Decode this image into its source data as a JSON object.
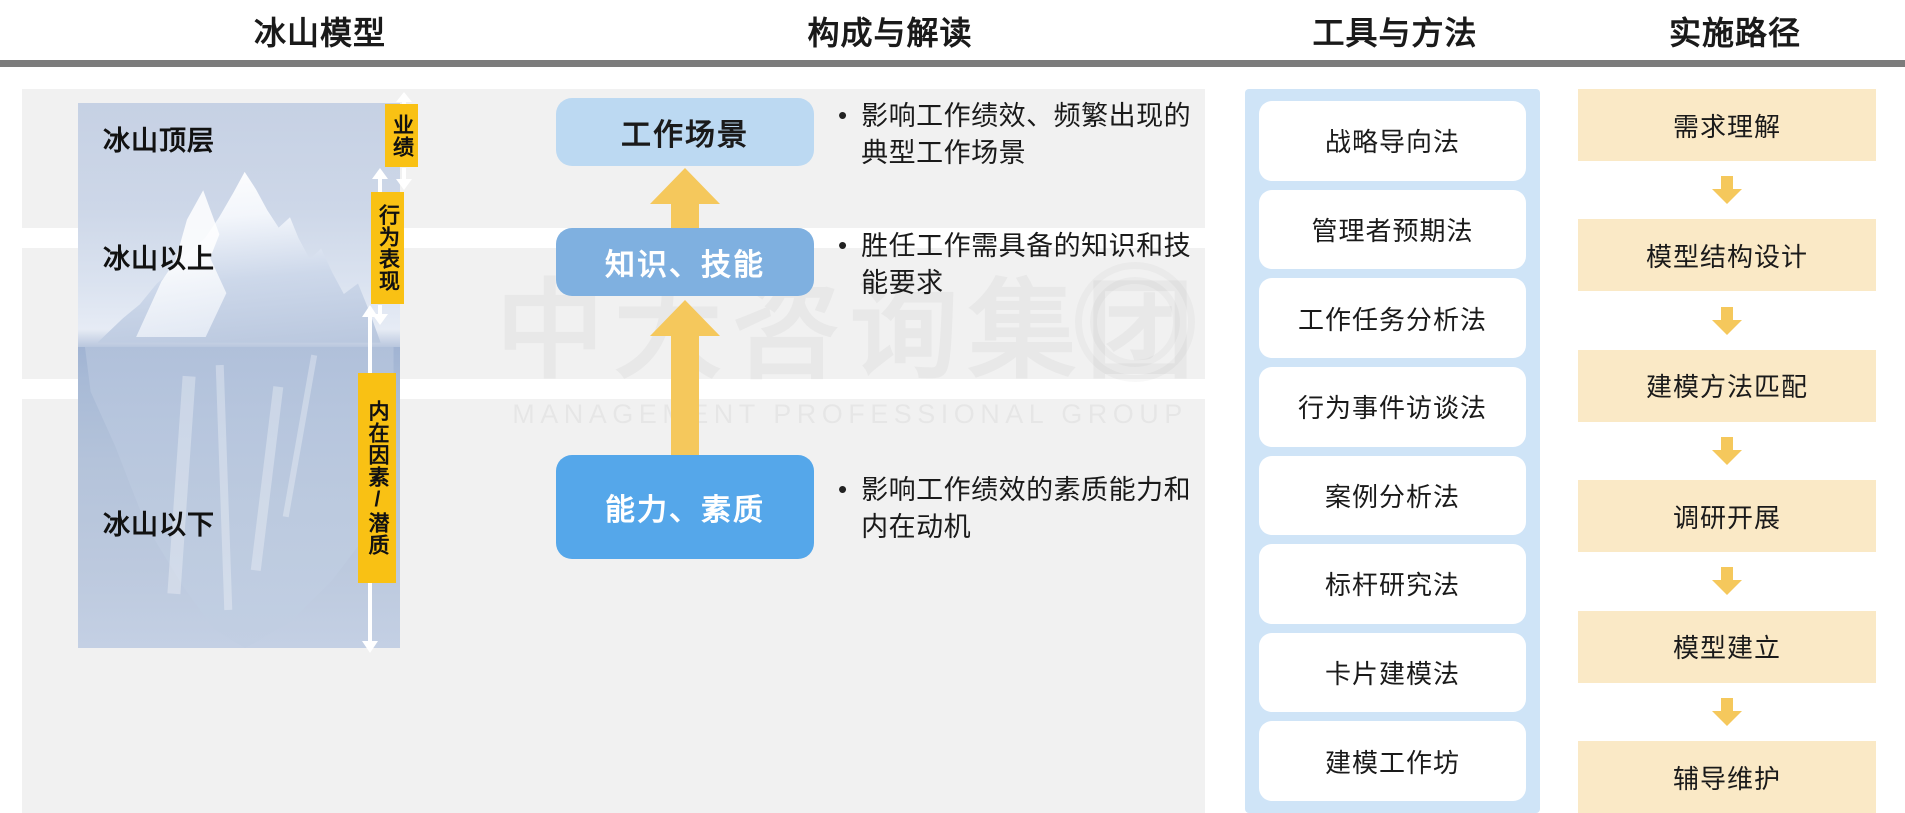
{
  "headers": [
    {
      "label": "冰山模型"
    },
    {
      "label": "构成与解读"
    },
    {
      "label": "工具与方法"
    },
    {
      "label": "实施路径"
    }
  ],
  "watermark": {
    "main": "中大咨询集团",
    "sub": "MANAGEMENT PROFESSIONAL GROUP"
  },
  "iceberg": {
    "labels": [
      {
        "text": "冰山顶层"
      },
      {
        "text": "冰山以上"
      },
      {
        "text": "冰山以下"
      }
    ],
    "tags": [
      {
        "text": "业绩"
      },
      {
        "text": "行为表现"
      },
      {
        "text": "内在因素/潜质"
      }
    ]
  },
  "composition": {
    "items": [
      {
        "box": "工作场景",
        "desc": "影响工作绩效、频繁出现的典型工作场景",
        "bullet": "•"
      },
      {
        "box": "知识、技能",
        "desc": "胜任工作需具备的知识和技能要求",
        "bullet": "•"
      },
      {
        "box": "能力、素质",
        "desc": "影响工作绩效的素质能力和内在动机",
        "bullet": "•"
      }
    ]
  },
  "tools": {
    "items": [
      {
        "label": "战略导向法"
      },
      {
        "label": "管理者预期法"
      },
      {
        "label": "工作任务分析法"
      },
      {
        "label": "行为事件访谈法"
      },
      {
        "label": "案例分析法"
      },
      {
        "label": "标杆研究法"
      },
      {
        "label": "卡片建模法"
      },
      {
        "label": "建模工作坊"
      }
    ]
  },
  "path": {
    "steps": [
      {
        "label": "需求理解"
      },
      {
        "label": "模型结构设计"
      },
      {
        "label": "建模方法匹配"
      },
      {
        "label": "调研开展"
      },
      {
        "label": "模型建立"
      },
      {
        "label": "辅导维护"
      }
    ]
  },
  "colors": {
    "rule": "#7c7c7c",
    "band": "#f1f1f1",
    "tag_yellow": "#F9C114",
    "arrow_yellow": "#F5C85C",
    "box_light_blue": "#BCD9F2",
    "box_mid_blue": "#7FB0E0",
    "box_blue": "#55A7EA",
    "tools_panel": "#CFE4F7",
    "path_step": "#FAE9C6"
  }
}
